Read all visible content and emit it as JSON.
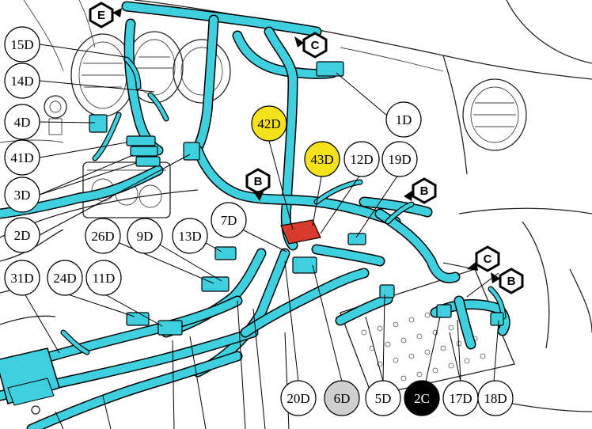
{
  "colors": {
    "harness": "#3fd0e0",
    "callout_yellow": "#f5e21a",
    "callout_gray": "#cfcfcf",
    "callout_black": "#000000",
    "callout_white": "#ffffff",
    "connector_red": "#d83a2e",
    "line": "#000000"
  },
  "callouts": {
    "c15D": "15D",
    "c14D": "14D",
    "c4D": "4D",
    "c41D": "41D",
    "c3D": "3D",
    "c2D": "2D",
    "c1D": "1D",
    "c42D": "42D",
    "c43D": "43D",
    "c12D": "12D",
    "c19D": "19D",
    "c7D": "7D",
    "c26D": "26D",
    "c9D": "9D",
    "c13D": "13D",
    "c31D": "31D",
    "c24D": "24D",
    "c11D": "11D",
    "c20D": "20D",
    "c6D": "6D",
    "c5D": "5D",
    "c2C": "2C",
    "c17D": "17D",
    "c18D": "18D"
  },
  "view_arrows": {
    "e_top": "E",
    "c_upper": "C",
    "b_left": "B",
    "b_mid": "B",
    "c_right": "C",
    "b_right": "B"
  }
}
